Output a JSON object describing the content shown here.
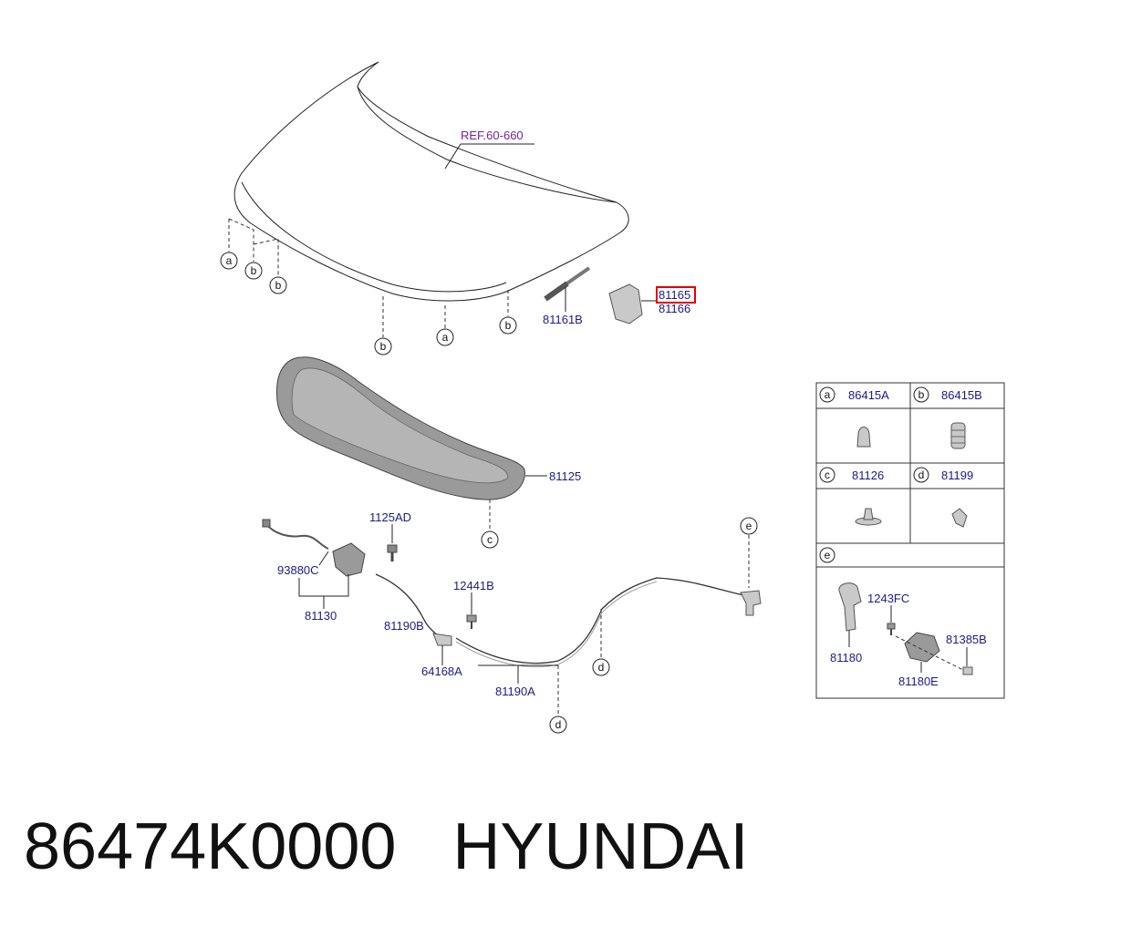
{
  "callouts": {
    "ref_hood": "REF.60-660",
    "p81165": "81165",
    "p81166": "81166",
    "p81161B": "81161B",
    "p81125": "81125",
    "p1125AD": "1125AD",
    "p93880C": "93880C",
    "p81130": "81130",
    "p81190B": "81190B",
    "p12441B": "12441B",
    "p64168A": "64168A",
    "p81190A": "81190A"
  },
  "markers": {
    "a": "a",
    "b": "b",
    "c": "c",
    "d": "d",
    "e": "e"
  },
  "legend": {
    "a_part": "86415A",
    "b_part": "86415B",
    "c_part": "81126",
    "d_part": "81199",
    "e_parts": {
      "p1243FC": "1243FC",
      "p81180": "81180",
      "p81385B": "81385B",
      "p81180E": "81180E"
    }
  },
  "footer": {
    "part_number": "86474K0000",
    "brand": "HYUNDAI"
  },
  "colors": {
    "label": "#1a1a8c",
    "ref_label": "#7a1fa2",
    "highlight_box": "#e00000"
  }
}
